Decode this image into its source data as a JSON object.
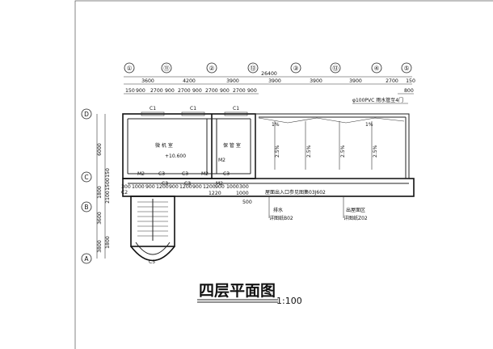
{
  "drawing": {
    "title": "四层平面图",
    "scale": "1:100"
  },
  "grid_top": [
    "①",
    "⑪",
    "②",
    "⑬",
    "③",
    "⑬",
    "④",
    "⑤"
  ],
  "grid_left": [
    "D",
    "C",
    "B",
    "A"
  ],
  "top_total": "26400",
  "top_dims_1": [
    "3600",
    "4200",
    "3900",
    "3900",
    "3900",
    "3900",
    "2700",
    "150"
  ],
  "top_dims_2": [
    "150",
    "900",
    "2700",
    "900",
    "2700",
    "900",
    "2700",
    "900",
    "2700",
    "900",
    "800"
  ],
  "left_dims": [
    "6000",
    "1800",
    "3600",
    "3800"
  ],
  "left_dims_small": [
    "150",
    "1500",
    "2100",
    "1800"
  ],
  "rooms": {
    "room1": "微 机 室",
    "room2": "保 管 室"
  },
  "windows_top": [
    "C1",
    "C1",
    "C1"
  ],
  "windows_bottom": [
    "C3",
    "C3",
    "C3",
    "C3",
    "C3"
  ],
  "doors": [
    "M2",
    "M2",
    "M2",
    "M2"
  ],
  "c2_label": "C2",
  "c5_label": "C5",
  "bottom_dims": [
    "300",
    "1000",
    "900",
    "1200",
    "900",
    "1200",
    "900",
    "1200",
    "900",
    "1000",
    "300",
    "1220",
    "1000",
    "500"
  ],
  "elev_label": "+10.600",
  "roof_note": "φ100PVC  雨水管至4门",
  "slope": "1%",
  "slope_long": "2.5%",
  "notes": {
    "note1": "屋面出入口参见图集03J602",
    "note2": "排水",
    "note3": "详图纸B02",
    "note4": "出屋面区",
    "note5": "详图纸Z02"
  }
}
